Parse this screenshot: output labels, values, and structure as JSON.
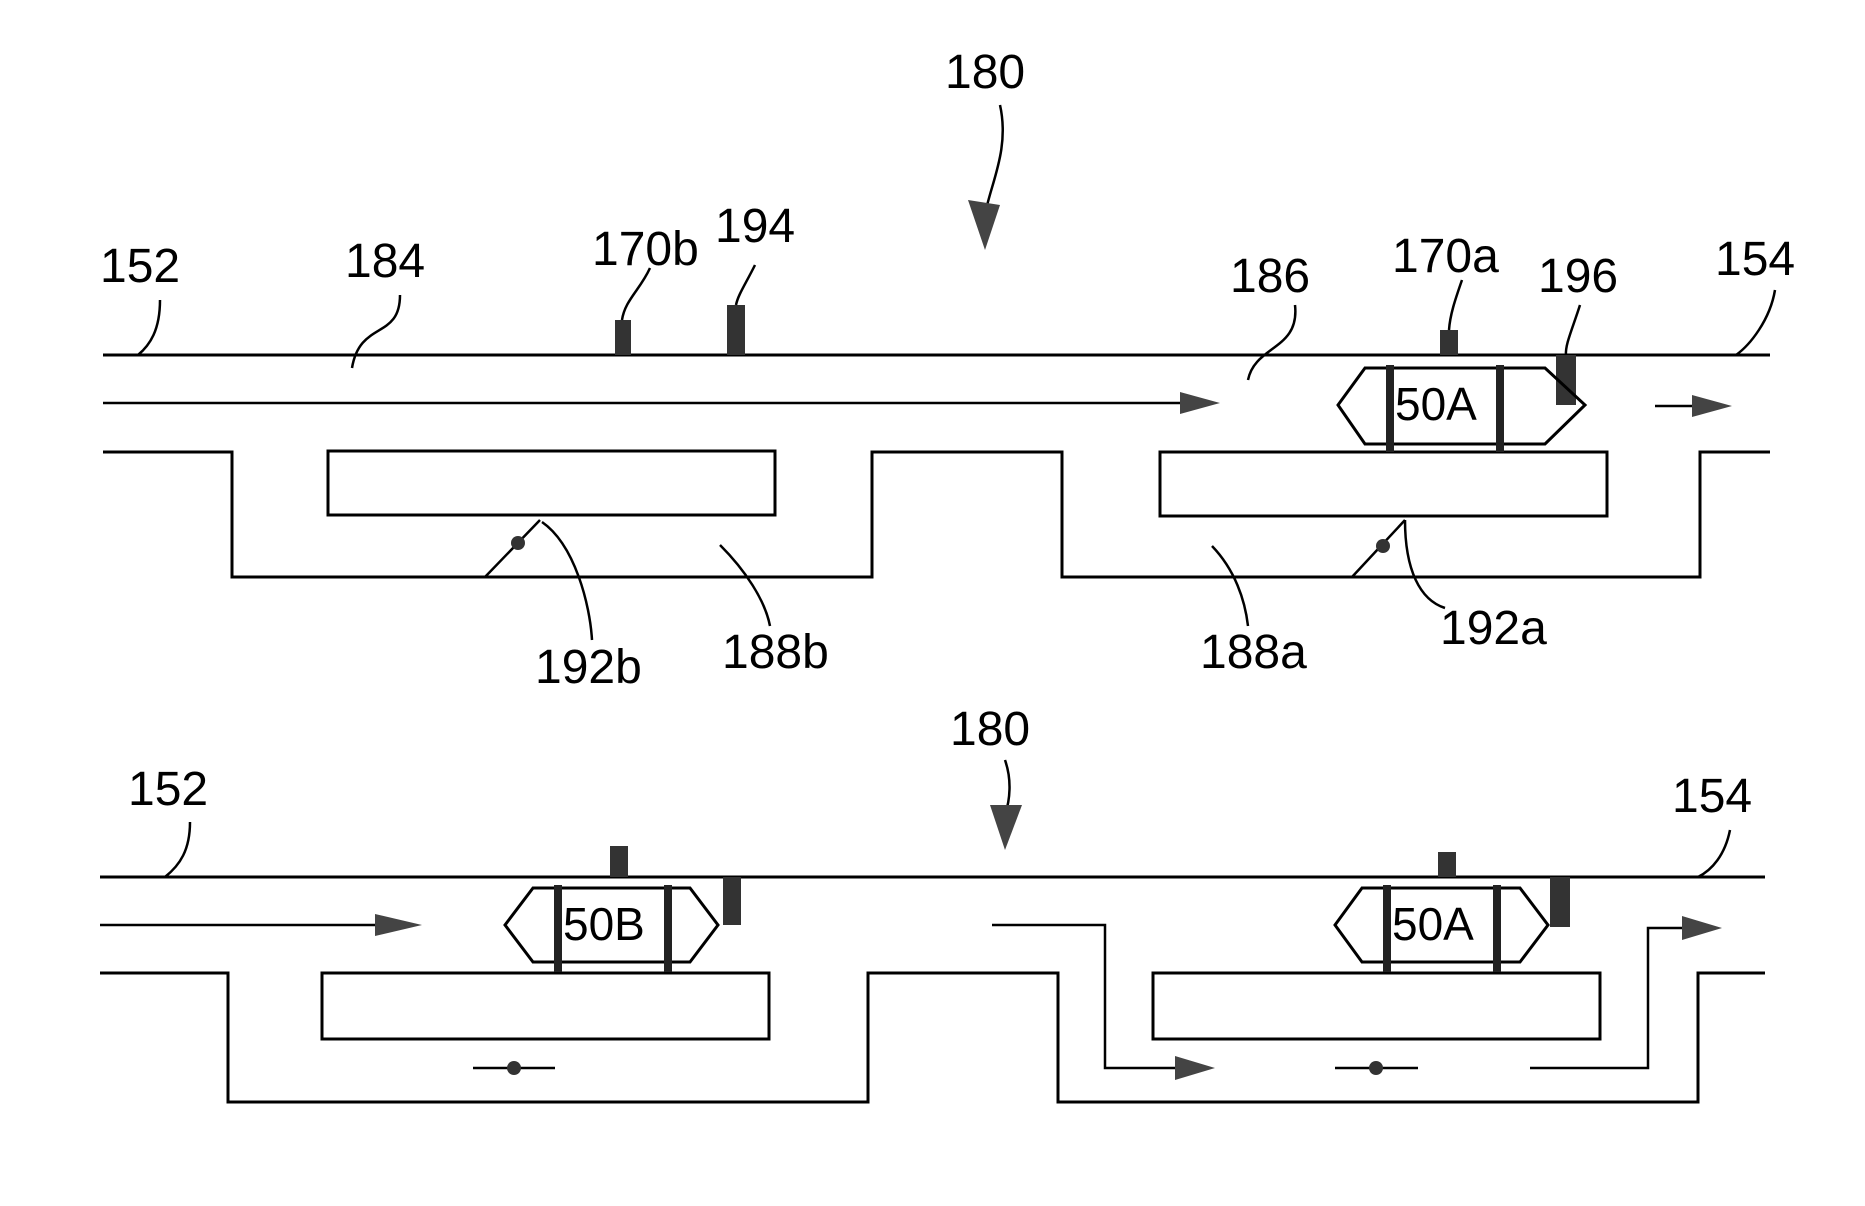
{
  "figure": {
    "top": {
      "ref_main": "180",
      "labels": {
        "inlet": "152",
        "main_channel": "184",
        "sensor_b": "170b",
        "sensor_194": "194",
        "junction": "186",
        "sensor_a": "170a",
        "sensor_196": "196",
        "outlet": "154",
        "valve_b": "192b",
        "bypass_b": "188b",
        "bypass_a": "188a",
        "valve_a": "192a"
      },
      "vehicle_a": "50A"
    },
    "bottom": {
      "ref_main": "180",
      "labels": {
        "inlet": "152",
        "outlet": "154"
      },
      "vehicle_a": "50A",
      "vehicle_b": "50B"
    }
  }
}
